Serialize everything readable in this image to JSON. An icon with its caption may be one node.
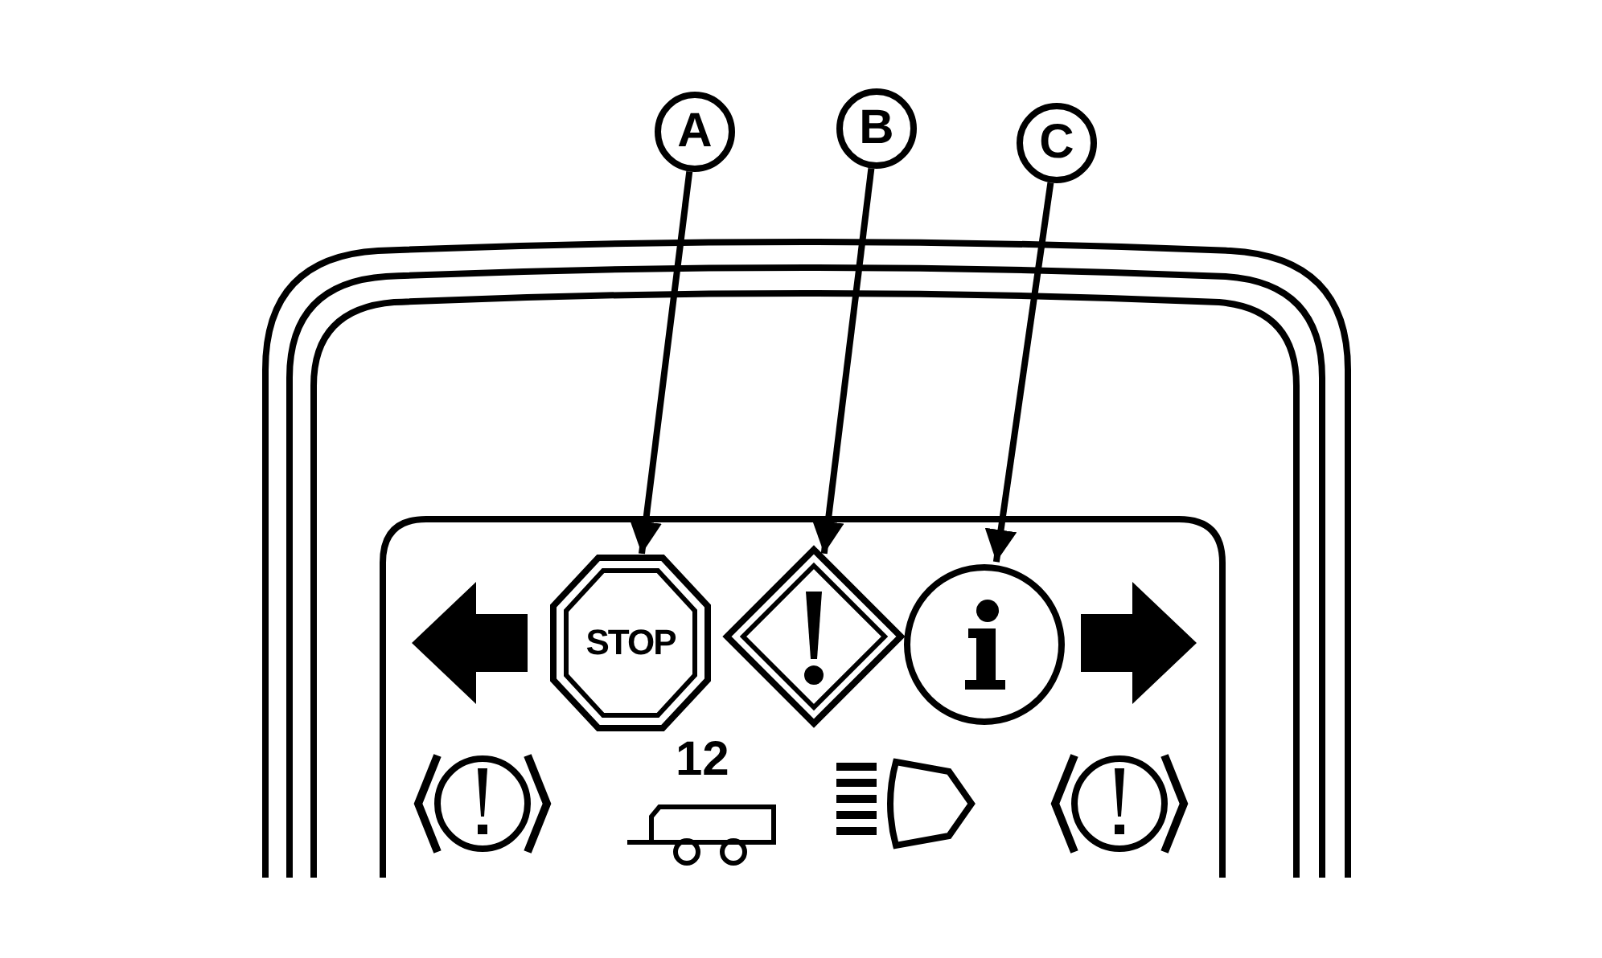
{
  "diagram": {
    "nodes": [
      {
        "text": [
          "A"
        ]
      },
      {
        "text": [
          "B"
        ]
      },
      {
        "text": [
          "C"
        ]
      },
      {
        "text": [
          "STOP"
        ]
      },
      {
        "text": [],
        "shape": "diamond"
      },
      {
        "text": [],
        "shape": "circle"
      }
    ],
    "edges": [
      {
        "from": 0,
        "to": 3,
        "arrow": "to"
      },
      {
        "from": 1,
        "to": 4,
        "arrow": "to"
      },
      {
        "from": 2,
        "to": 5,
        "arrow": "to"
      }
    ],
    "labels": [
      "12"
    ]
  }
}
